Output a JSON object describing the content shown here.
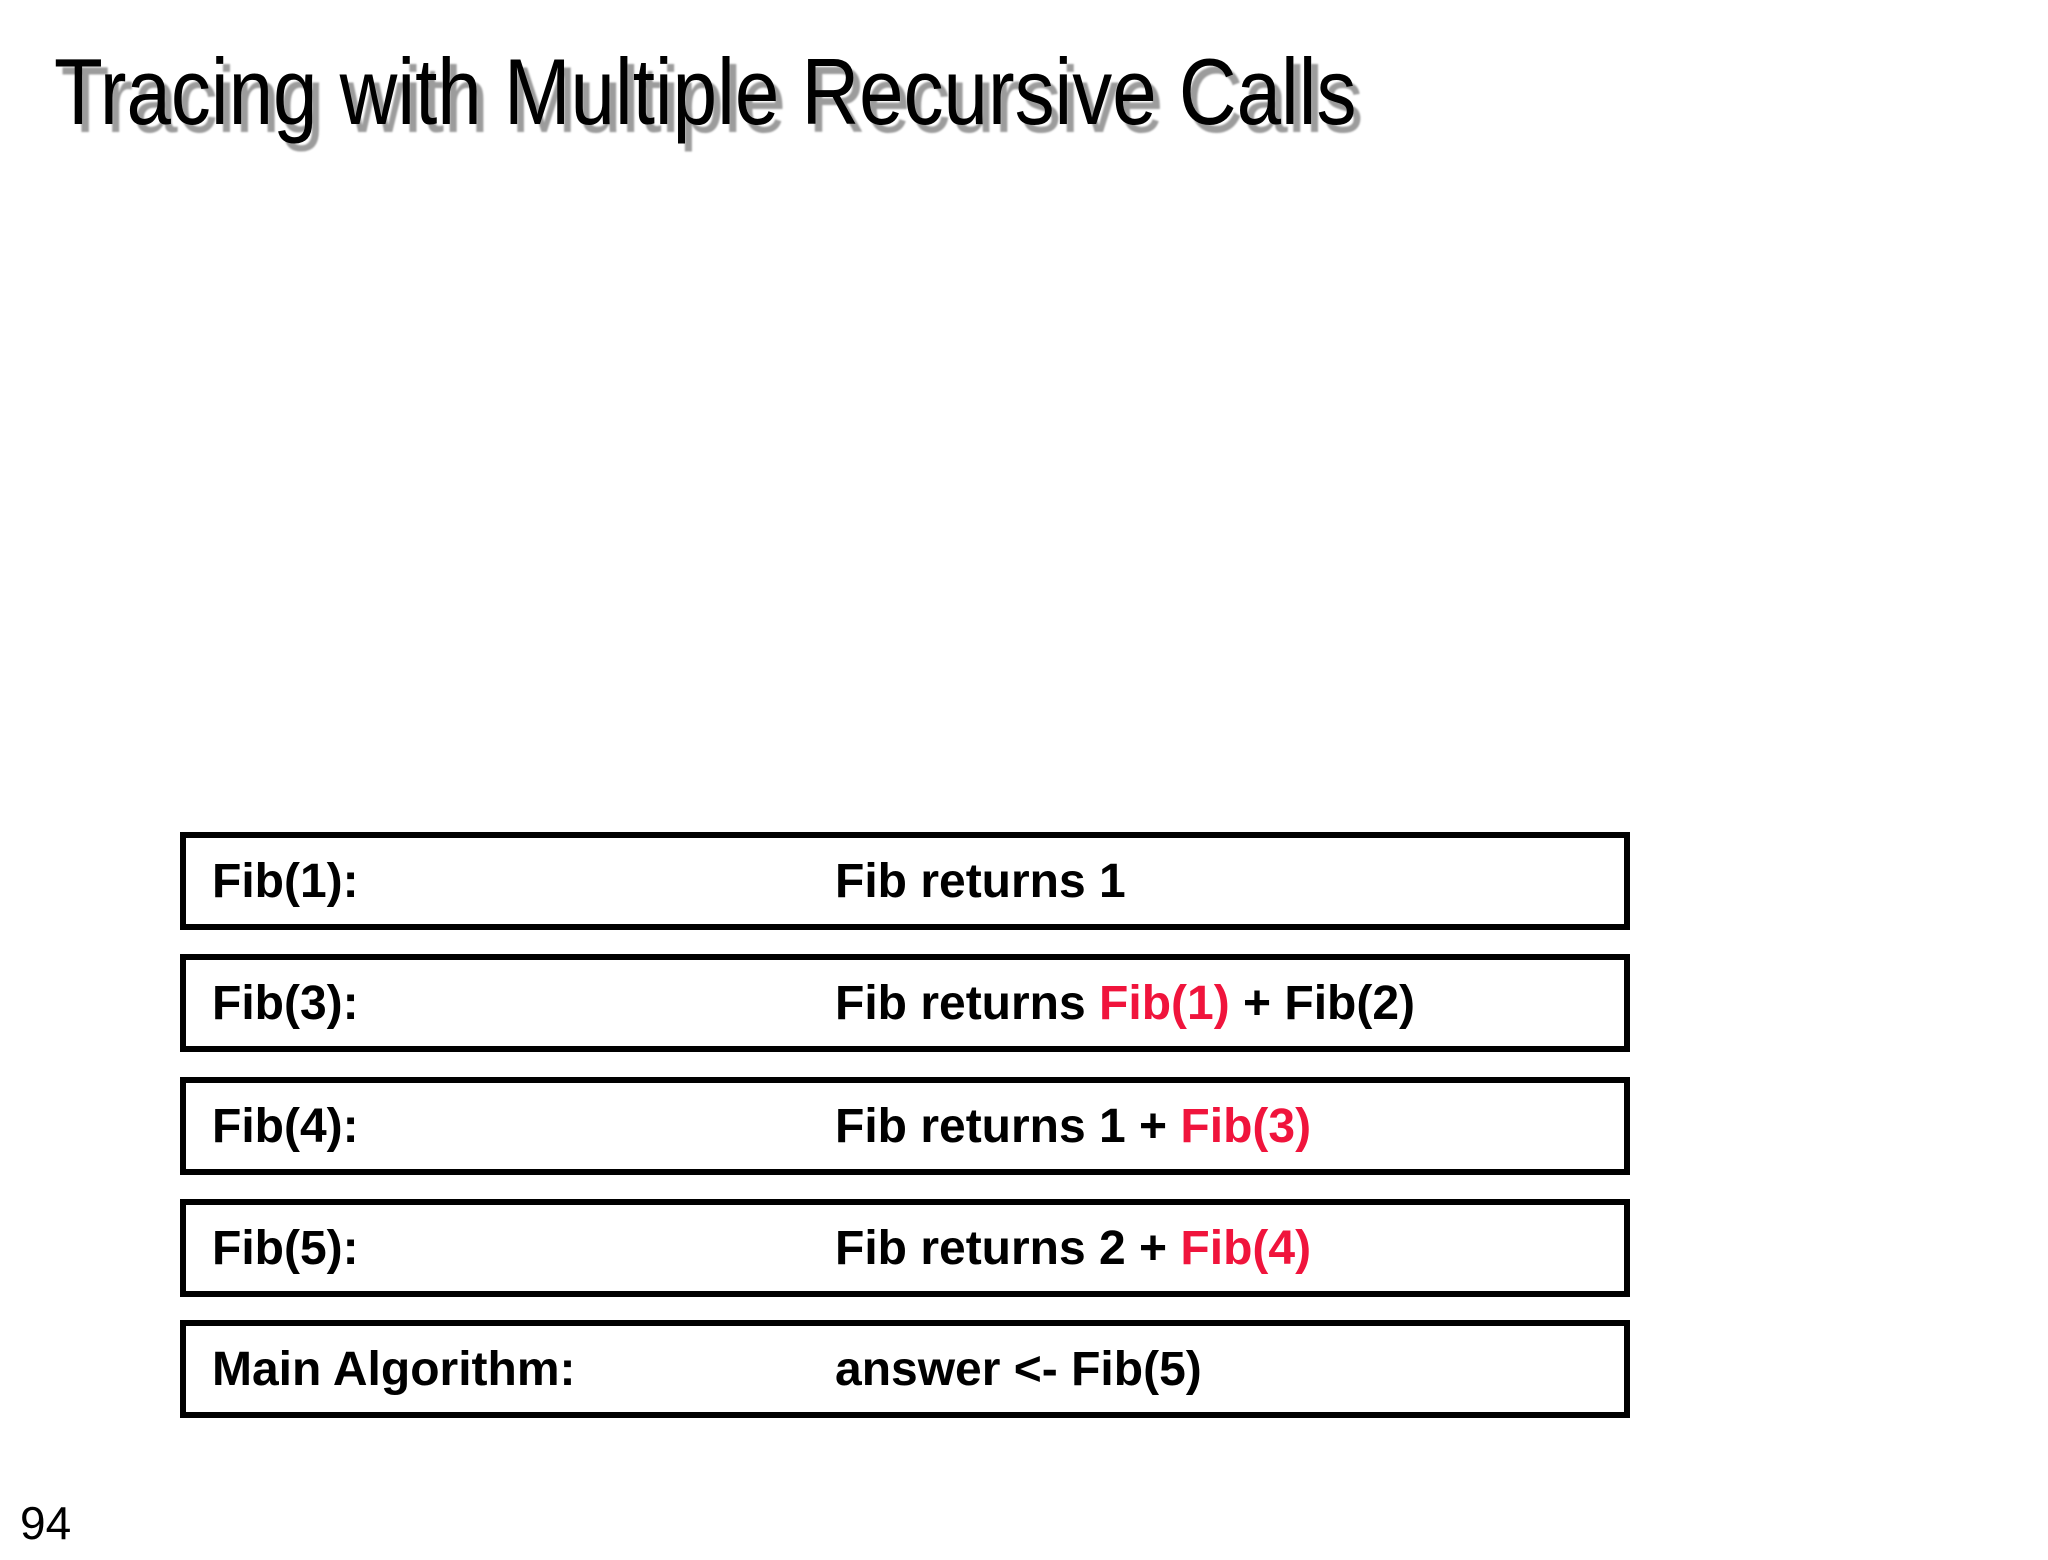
{
  "title": "Tracing with Multiple Recursive Calls",
  "page_number": "94",
  "colors": {
    "accent_red": "#f0143c",
    "text": "#000000",
    "title_shadow": "#9c9c9c",
    "box_border": "#000000",
    "background": "#ffffff"
  },
  "trace_boxes": [
    {
      "label": "Fib(1):",
      "value": {
        "pre": "Fib returns 1",
        "red": "",
        "post": ""
      }
    },
    {
      "label": "Fib(3):",
      "value": {
        "pre": "Fib returns ",
        "red": "Fib(1)",
        "post": " + Fib(2)"
      }
    },
    {
      "label": "Fib(4):",
      "value": {
        "pre": "Fib returns 1 + ",
        "red": "Fib(3)",
        "post": ""
      }
    },
    {
      "label": "Fib(5):",
      "value": {
        "pre": "Fib returns 2 + ",
        "red": "Fib(4)",
        "post": ""
      }
    },
    {
      "label": "Main Algorithm:",
      "value": {
        "pre": "answer <- Fib(5)",
        "red": "",
        "post": ""
      }
    }
  ]
}
